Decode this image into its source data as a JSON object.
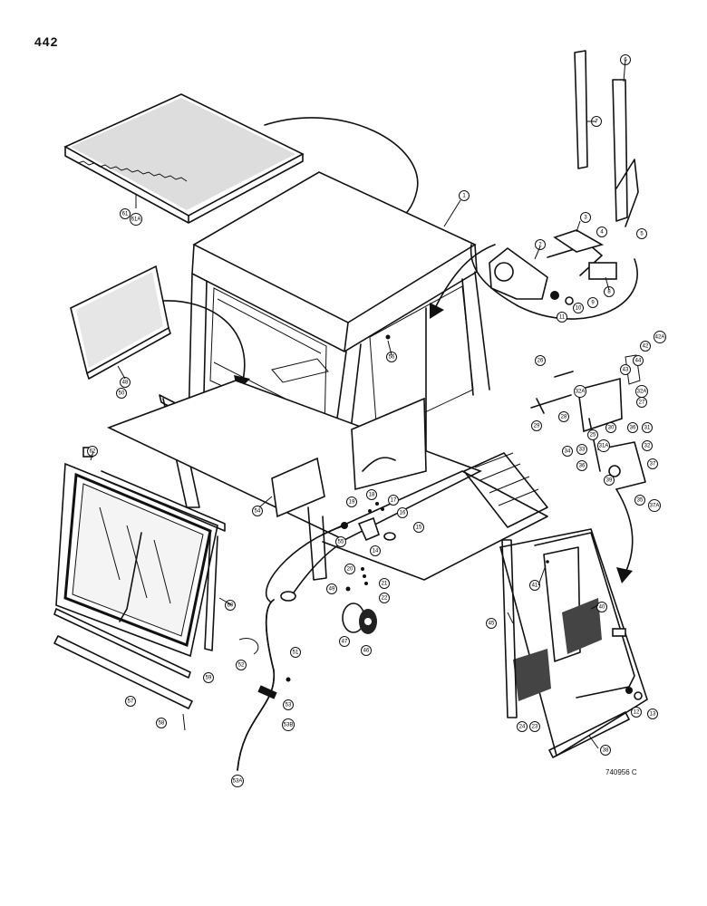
{
  "page_number": "442",
  "reference_code": "740956 C",
  "callouts": [
    {
      "id": "c1",
      "label": "1"
    },
    {
      "id": "c2",
      "label": "2"
    },
    {
      "id": "c3",
      "label": "3"
    },
    {
      "id": "c4",
      "label": "4"
    },
    {
      "id": "c5",
      "label": "5"
    },
    {
      "id": "c6",
      "label": "6"
    },
    {
      "id": "c7",
      "label": "7"
    },
    {
      "id": "c8",
      "label": "8"
    },
    {
      "id": "c9",
      "label": "9"
    },
    {
      "id": "c10",
      "label": "10"
    },
    {
      "id": "c11",
      "label": "11"
    },
    {
      "id": "c12",
      "label": "12"
    },
    {
      "id": "c13",
      "label": "13"
    },
    {
      "id": "c14",
      "label": "14"
    },
    {
      "id": "c15",
      "label": "15"
    },
    {
      "id": "c16",
      "label": "16"
    },
    {
      "id": "c17",
      "label": "17"
    },
    {
      "id": "c18",
      "label": "18"
    },
    {
      "id": "c19",
      "label": "19"
    },
    {
      "id": "c20",
      "label": "20"
    },
    {
      "id": "c21",
      "label": "21"
    },
    {
      "id": "c22",
      "label": "22"
    },
    {
      "id": "c23",
      "label": "23"
    },
    {
      "id": "c24",
      "label": "24"
    },
    {
      "id": "c25",
      "label": "25"
    },
    {
      "id": "c26",
      "label": "26"
    },
    {
      "id": "c27",
      "label": "27"
    },
    {
      "id": "c28",
      "label": "28"
    },
    {
      "id": "c29",
      "label": "29"
    },
    {
      "id": "c30",
      "label": "30"
    },
    {
      "id": "c31",
      "label": "31"
    },
    {
      "id": "c31a",
      "label": "31A"
    },
    {
      "id": "c32",
      "label": "32"
    },
    {
      "id": "c32a",
      "label": "32A"
    },
    {
      "id": "c32a2",
      "label": "32A"
    },
    {
      "id": "c33",
      "label": "33"
    },
    {
      "id": "c34",
      "label": "34"
    },
    {
      "id": "c35",
      "label": "35"
    },
    {
      "id": "c36",
      "label": "36"
    },
    {
      "id": "c36b",
      "label": "36"
    },
    {
      "id": "c37",
      "label": "37"
    },
    {
      "id": "c37a",
      "label": "37A"
    },
    {
      "id": "c38",
      "label": "38"
    },
    {
      "id": "c39",
      "label": "39"
    },
    {
      "id": "c40",
      "label": "40"
    },
    {
      "id": "c41",
      "label": "41"
    },
    {
      "id": "c42",
      "label": "42"
    },
    {
      "id": "c42a",
      "label": "42A"
    },
    {
      "id": "c43",
      "label": "43"
    },
    {
      "id": "c44",
      "label": "44"
    },
    {
      "id": "c45",
      "label": "45"
    },
    {
      "id": "c46",
      "label": "46"
    },
    {
      "id": "c47",
      "label": "47"
    },
    {
      "id": "c48",
      "label": "48"
    },
    {
      "id": "c49",
      "label": "49"
    },
    {
      "id": "c50",
      "label": "50"
    },
    {
      "id": "c51",
      "label": "51"
    },
    {
      "id": "c52",
      "label": "52"
    },
    {
      "id": "c53",
      "label": "53"
    },
    {
      "id": "c53a",
      "label": "53A"
    },
    {
      "id": "c53b",
      "label": "53B"
    },
    {
      "id": "c54",
      "label": "54"
    },
    {
      "id": "c55",
      "label": "55"
    },
    {
      "id": "c56",
      "label": "56"
    },
    {
      "id": "c57",
      "label": "57"
    },
    {
      "id": "c58",
      "label": "58"
    },
    {
      "id": "c59",
      "label": "59"
    },
    {
      "id": "c60",
      "label": "60"
    },
    {
      "id": "c61",
      "label": "61"
    },
    {
      "id": "c61a",
      "label": "61A"
    },
    {
      "id": "c62",
      "label": "62"
    }
  ]
}
